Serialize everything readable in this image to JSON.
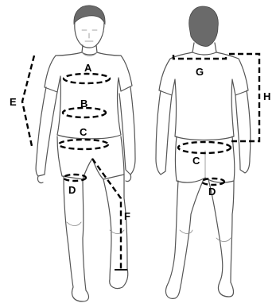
{
  "labels": {
    "A": "A",
    "B": "B",
    "C_front": "C",
    "D_front": "D",
    "E": "E",
    "F": "F",
    "G": "G",
    "H": "H",
    "C_back": "C",
    "D_back": "D"
  }
}
